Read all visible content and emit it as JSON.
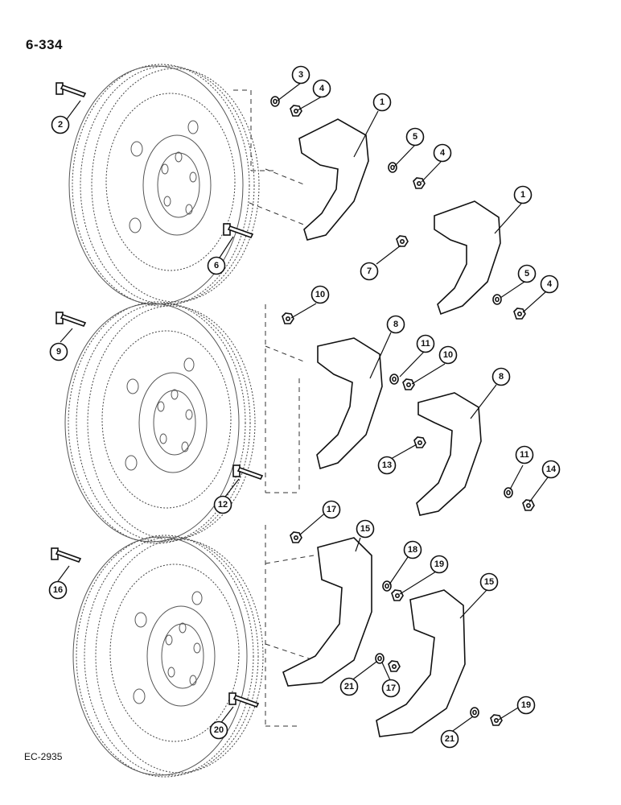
{
  "header": {
    "page_number": "6-334"
  },
  "footer": {
    "figure_code": "EC-2935"
  },
  "callouts": [
    "1",
    "1",
    "2",
    "3",
    "4",
    "4",
    "4",
    "5",
    "5",
    "6",
    "7",
    "8",
    "8",
    "9",
    "10",
    "10",
    "11",
    "11",
    "12",
    "13",
    "14",
    "15",
    "15",
    "16",
    "17",
    "17",
    "18",
    "19",
    "19",
    "20",
    "21",
    "21"
  ],
  "colors": {
    "ink": "#111111",
    "background": "#ffffff"
  },
  "icons": [
    "wheel",
    "bolt",
    "nut",
    "washer",
    "half-ring-weight"
  ]
}
